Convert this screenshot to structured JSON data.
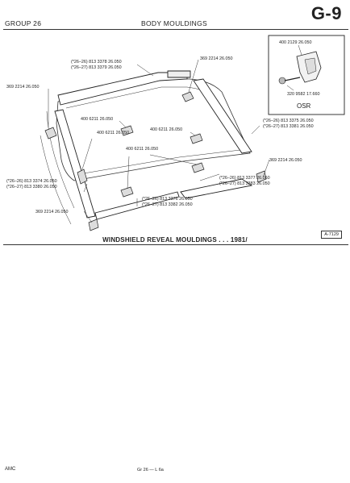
{
  "header": {
    "group": "GROUP 26",
    "title": "BODY MOULDINGS",
    "code": "G-9"
  },
  "diagram": {
    "labels": {
      "top_moulding_1": "(*26–26) 813 3378 26.050",
      "top_moulding_2": "(*26–27) 813 3379 26.050",
      "clip_top_right": "369 2214 26.050",
      "clip_left": "369 2214 26.050",
      "clip_a": "400 6211 26.050",
      "clip_b": "400 6211 26.050",
      "clip_c": "400 6211 26.050",
      "clip_d": "400 6211 26.050",
      "side_right_1": "(*26–26) 813 3375 26.050",
      "side_right_2": "(*26–27) 813 3381 26.050",
      "clip_lower_right": "369 2214 26.050",
      "lower_right_1": "(*26–26) 813 3377 26.050",
      "lower_right_2": "(*26–27) 813 3383 26.050",
      "side_left_1": "(*26–26) 813 3374 26.050",
      "side_left_2": "(*26–27) 813 3380 26.050",
      "bottom_1": "(*26–26) 813 3376 26.050",
      "bottom_2": "(*26–27) 813 3382 26.050",
      "clip_bottom_left": "369 2214 26.050",
      "inset_clip": "400 2129 26.050",
      "inset_screw": "320 9582 17.660",
      "inset_title": "OSR"
    }
  },
  "caption": "WINDSHIELD REVEAL MOULDINGS . . . 1981/",
  "figure_ref": "A-7129",
  "footer": {
    "left": "AMC",
    "center": "Gr 26 — L 6a"
  }
}
